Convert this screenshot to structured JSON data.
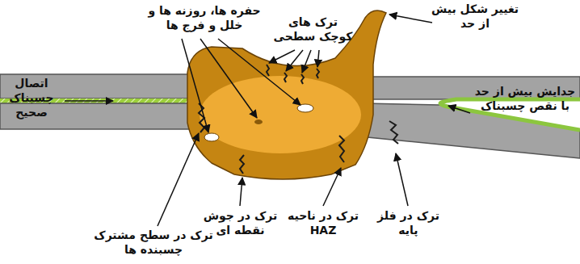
{
  "diagram": {
    "labels": [
      "حفره ها، روزنه ها و خلل و فرج ها",
      "ترک های کوچک سطحی",
      "تغییر شکل بیش از حد",
      "اتصال چسبناک صحیح",
      "جدایش بیش از حد با نقص چسبناک",
      "ترک در سطح مشترک چسبنده ها",
      "ترک در جوش نقطه ای",
      "ترک در ناحیه HAZ",
      "ترک در فلز پایه"
    ]
  }
}
